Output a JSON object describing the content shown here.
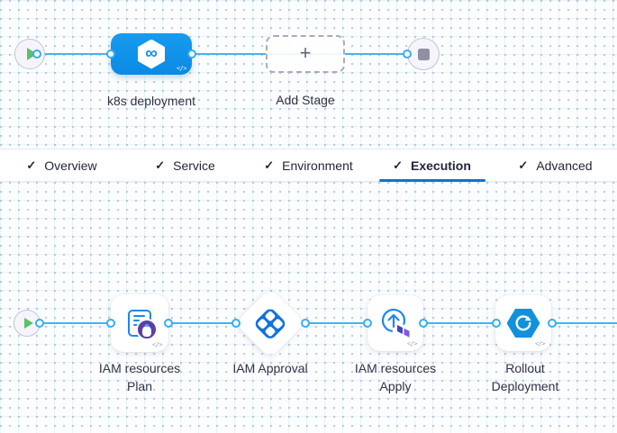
{
  "stage_pipeline": {
    "stage": {
      "label": "k8s deployment",
      "icon": "infinity-hexagon",
      "infinity_glyph": "∞"
    },
    "add_stage": {
      "label": "Add Stage",
      "plus_glyph": "+"
    },
    "start_node": "pipeline-start",
    "end_node": "pipeline-end"
  },
  "tabs": [
    {
      "label": "Overview",
      "checked": true,
      "active": false
    },
    {
      "label": "Service",
      "checked": true,
      "active": false
    },
    {
      "label": "Environment",
      "checked": true,
      "active": false
    },
    {
      "label": "Execution",
      "checked": true,
      "active": true
    },
    {
      "label": "Advanced",
      "checked": true,
      "active": false
    }
  ],
  "check_glyph": "✓",
  "code_toggle_glyph": "</>",
  "execution_pipeline": {
    "steps": [
      {
        "line1": "IAM resources",
        "line2": "Plan",
        "icon": "terraform-plan-document"
      },
      {
        "line1": "IAM Approval",
        "line2": "",
        "icon": "harness-approval-diamond"
      },
      {
        "line1": "IAM resources",
        "line2": "Apply",
        "icon": "terraform-apply-arrow"
      },
      {
        "line1": "Rollout",
        "line2": "Deployment",
        "icon": "k8s-rollout-hexagon"
      }
    ]
  },
  "colors": {
    "accent_underline": "#0278d5",
    "connector_line": "#45b3f0",
    "stage_blue": "#0f93ea",
    "approval_blue": "#1173dd",
    "rollout_blue": "#1191dd",
    "play_green": "#5ac168",
    "terraform_purple": "#8157e8",
    "badge_purple": "#5b3fa8"
  }
}
